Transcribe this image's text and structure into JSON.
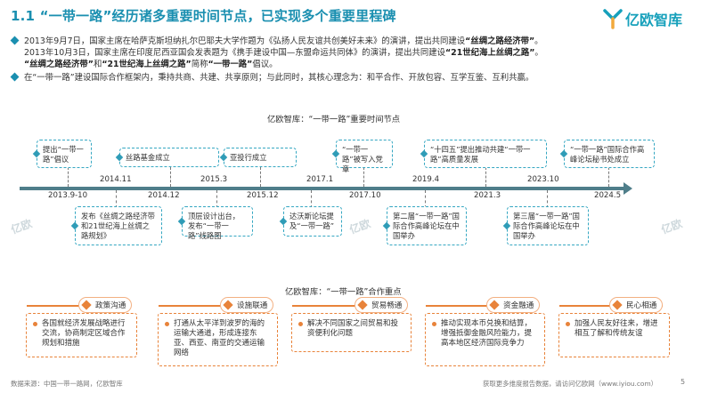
{
  "header": {
    "title": "1.1 “一带一路”经历诸多重要时间节点，已实现多个重要里程碑",
    "logo_text": "亿欧智库"
  },
  "intro": {
    "p1_a": "2013年9月7日，国家主席在哈萨克斯坦纳扎尔巴耶夫大学作题为《弘扬人民友谊共创美好未来》的演讲，提出共同建设",
    "p1_hl1": "“丝绸之路经济带”",
    "p1_b": "。",
    "p1_c": "2013年10月3日，国家主席在印度尼西亚国会发表题为《携手建设中国—东盟命运共同体》的演讲，提出共同建设",
    "p1_hl2": "“21世纪海上丝绸之路”",
    "p1_d": "。",
    "p1_hl3": "“丝绸之路经济带”",
    "p1_e": "和",
    "p1_hl4": "“21世纪海上丝绸之路”",
    "p1_f": "简称",
    "p1_hl5": "“一带一路”",
    "p1_g": "倡议。",
    "p2": "在“一带一路”建设国际合作框架内，秉持共商、共建、共享原则；与此同时，其核心理念为：和平合作、开放包容、互学互鉴、互利共赢。"
  },
  "timeline": {
    "caption": "亿欧智库：“一带一路”重要时间节点",
    "years": [
      "2013.9-10",
      "2014.11",
      "2014.12",
      "2015.3",
      "2015.12",
      "2017.1",
      "2017.10",
      "2019.4",
      "2021.3",
      "2023.10",
      "2024.5"
    ],
    "top_events": [
      "提出“一带一路”倡议",
      "丝路基金成立",
      "亚投行成立",
      "“一带一路”被写入党章",
      "“十四五”提出推动共建“一带一路”高质量发展",
      "“一带一路”国际合作高峰论坛秘书处成立"
    ],
    "bottom_events": [
      "发布《丝绸之路经济带和21世纪海上丝绸之路规划》",
      "顶层设计出台，发布“一带一路”线路图",
      "达沃斯论坛提及“一带一路”",
      "第二届“一带一路”国际合作高峰论坛在中国举办",
      "第三届“一带一路”国际合作高峰论坛在中国举办"
    ]
  },
  "focus": {
    "caption": "亿欧智库：“一带一路”合作重点",
    "categories": [
      {
        "label": "政策沟通",
        "text": "各国就经济发展战略进行交流，协商制定区域合作规划和措施"
      },
      {
        "label": "设施联通",
        "text": "打通从太平洋到波罗的海的运输大通道，形成连接东亚、西亚、南亚的交通运输网络"
      },
      {
        "label": "贸易畅通",
        "text": "解决不同国家之间贸易和投资便利化问题"
      },
      {
        "label": "资金融通",
        "text": "推动实现本币兑换和结算，增强抵御金融风险能力，提高本地区经济国际竞争力"
      },
      {
        "label": "民心相通",
        "text": "加强人民友好往来，增进相互了解和传统友谊"
      }
    ]
  },
  "footer": {
    "source": "数据来源：中国一带一路网，亿欧智库",
    "promo": "获取更多维度报告数据，请访问亿欧网（www.iyiou.com）",
    "page": "5"
  },
  "colors": {
    "primary": "#1a8fb0",
    "accent": "#e8833a",
    "axis": "#4f7e8a"
  }
}
